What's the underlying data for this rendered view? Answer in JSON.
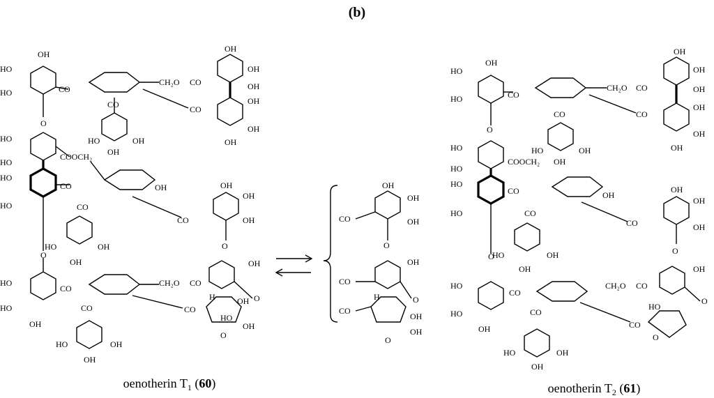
{
  "panel_label": "(b)",
  "compound_left": {
    "name": "oenotherin T",
    "subscript": "1",
    "open": " (",
    "number": "60",
    "close": ")"
  },
  "compound_right": {
    "name": "oenotherin T",
    "subscript": "2",
    "open": " (",
    "number": "61",
    "close": ")"
  },
  "atom_labels": {
    "OH": "OH",
    "HO": "HO",
    "O": "O",
    "H": "H",
    "CO": "CO",
    "COO": "CO",
    "CH2O": "CH₂O",
    "COOCH2": "COOCH₂"
  }
}
